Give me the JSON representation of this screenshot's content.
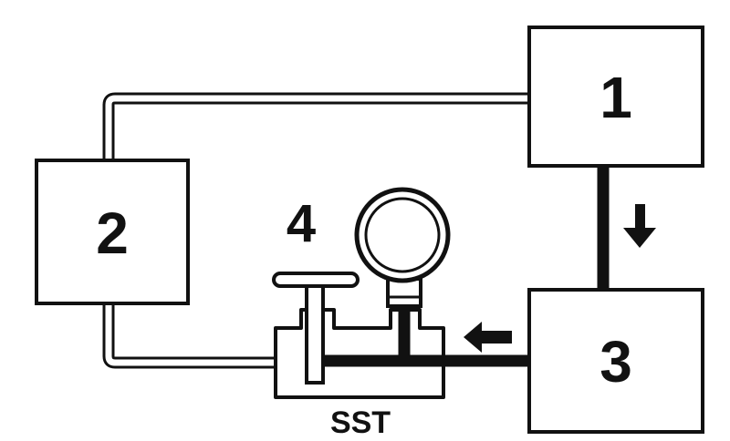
{
  "components": {
    "box1": {
      "label": "1"
    },
    "box2": {
      "label": "2"
    },
    "box3": {
      "label": "3"
    },
    "valve_callout": {
      "label": "4"
    },
    "tool": {
      "label": "SST"
    }
  },
  "colors": {
    "stroke": "#111111",
    "background": "#ffffff"
  }
}
